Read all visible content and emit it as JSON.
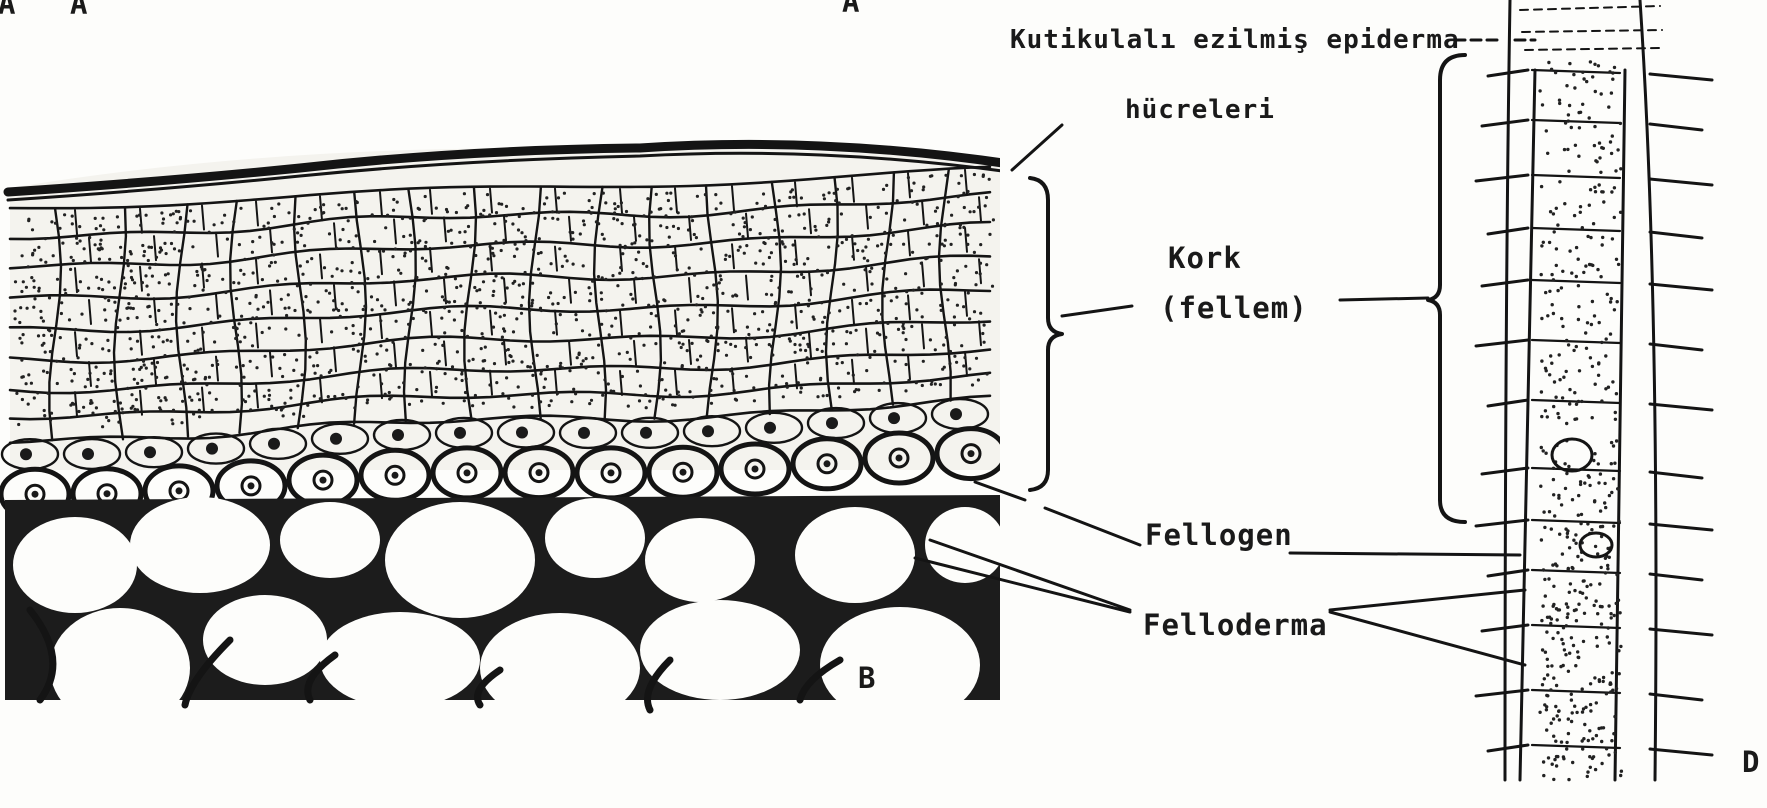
{
  "figure": {
    "panel_letters": {
      "top_left": "A",
      "top_center": "A",
      "panel_b": "B",
      "panel_d": "D"
    },
    "labels": {
      "cuticle_line1": "Kutikulalı ezilmiş epiderma",
      "cuticle_line2": "hücreleri",
      "cork_line1": "Kork",
      "cork_line2": "(fellem)",
      "phellogen": "Fellogen",
      "phelloderm": "Felloderma"
    }
  }
}
